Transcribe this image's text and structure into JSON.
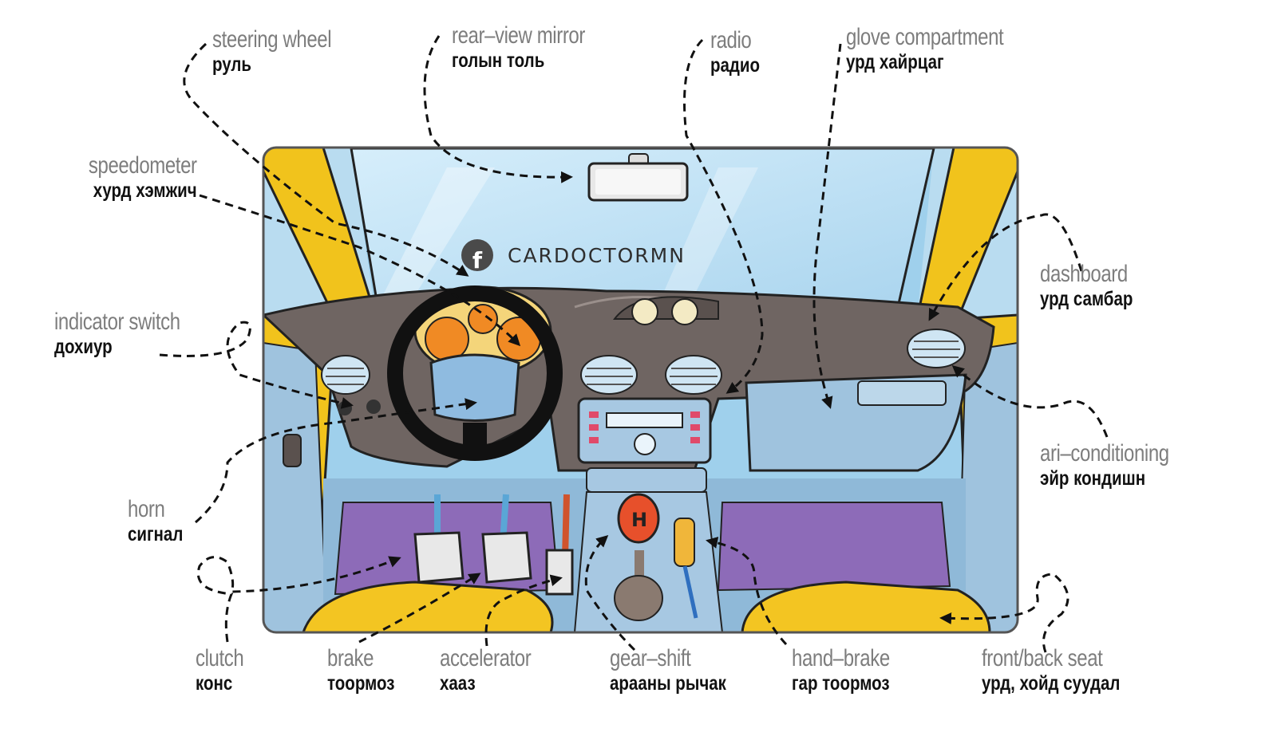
{
  "brand": {
    "icon": "facebook-icon",
    "name": "CARDOCTORMN"
  },
  "labels": [
    {
      "id": "steering-wheel",
      "en": "steering wheel",
      "mn": "руль"
    },
    {
      "id": "rear-view-mirror",
      "en": "rear–view mirror",
      "mn": "голын толь"
    },
    {
      "id": "radio",
      "en": "radio",
      "mn": "радио"
    },
    {
      "id": "glove-compartment",
      "en": "glove compartment",
      "mn": "урд хайрцаг"
    },
    {
      "id": "speedometer",
      "en": "speedometer",
      "mn": "хурд хэмжич"
    },
    {
      "id": "dashboard",
      "en": "dashboard",
      "mn": "урд самбар"
    },
    {
      "id": "indicator-switch",
      "en": "indicator switch",
      "mn": "дохиур"
    },
    {
      "id": "air-conditioning",
      "en": "ari–conditioning",
      "mn": "эйр кондишн"
    },
    {
      "id": "horn",
      "en": "horn",
      "mn": "сигнал"
    },
    {
      "id": "clutch",
      "en": "clutch",
      "mn": "конс"
    },
    {
      "id": "brake",
      "en": "brake",
      "mn": "тоормоз"
    },
    {
      "id": "accelerator",
      "en": "accelerator",
      "mn": "хааз"
    },
    {
      "id": "gear-shift",
      "en": "gear–shift",
      "mn": "арааны рычак"
    },
    {
      "id": "hand-brake",
      "en": "hand–brake",
      "mn": "гар тоормоз"
    },
    {
      "id": "front-back-seat",
      "en": "front/back seat",
      "mn": "урд, хойд суудал"
    }
  ],
  "colors": {
    "english_label": "#7d7d7d",
    "mongolian_label": "#111111",
    "car_body": "#f1c31c",
    "dashboard": "#6f6562",
    "windshield": "#bfe0f3",
    "floor_mat": "#8d6bb8"
  }
}
